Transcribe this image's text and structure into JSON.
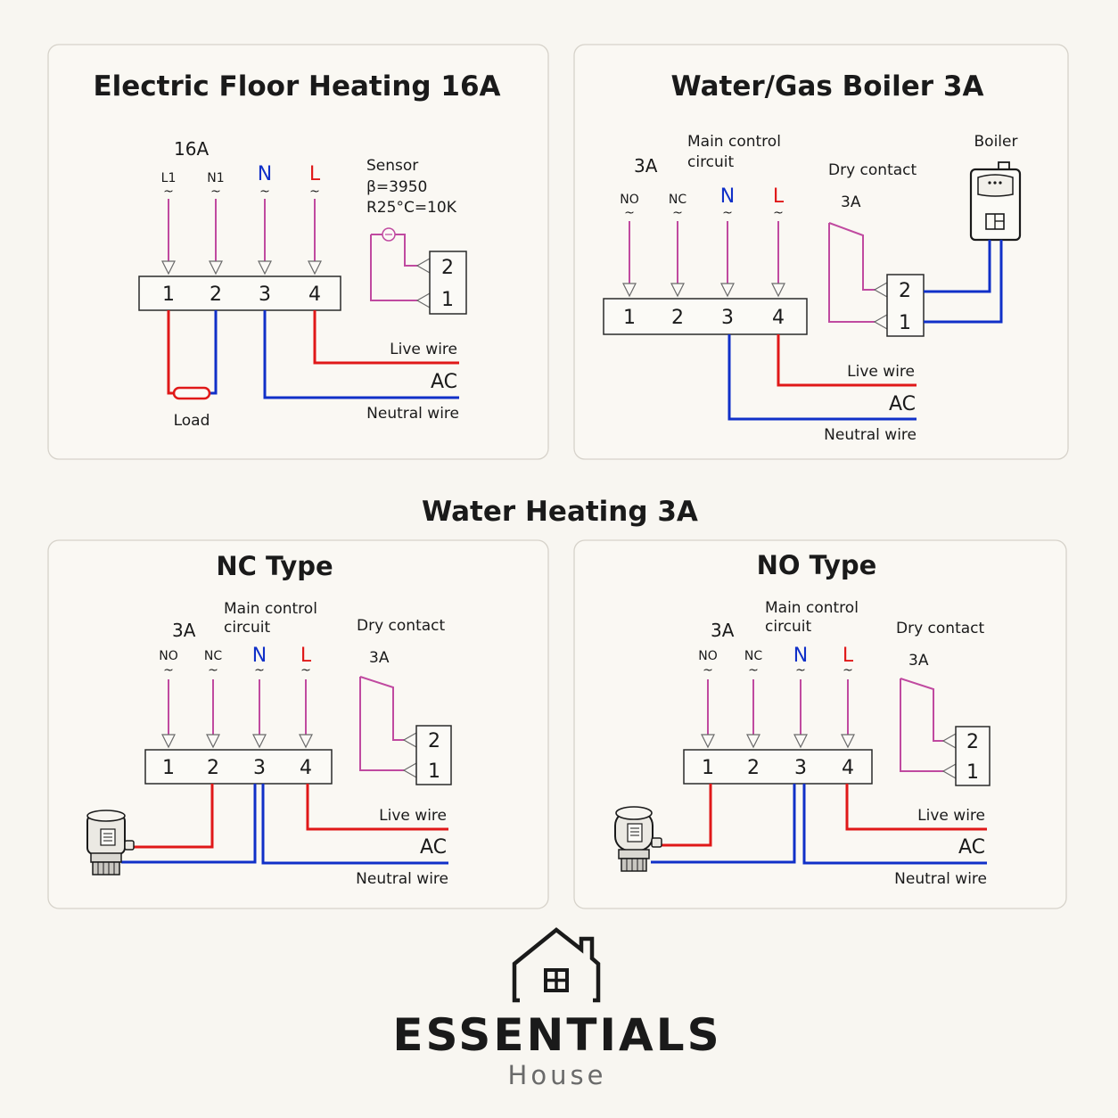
{
  "panels": {
    "floor": {
      "title": "Electric Floor Heating 16A",
      "rating": "16A",
      "terminals": [
        "L1",
        "N1",
        "N",
        "L"
      ],
      "terminal_numbers": [
        "1",
        "2",
        "3",
        "4"
      ],
      "sensor": "Sensor",
      "beta": "β=3950",
      "r25": "R25°C=10K",
      "sensor_pins": [
        "2",
        "1"
      ],
      "live_wire": "Live wire",
      "ac": "AC",
      "neutral_wire": "Neutral wire",
      "load": "Load"
    },
    "boiler": {
      "title": "Water/Gas Boiler 3A",
      "rating": "3A",
      "main_control": [
        "Main control",
        "circuit"
      ],
      "terminals": [
        "NO",
        "NC",
        "N",
        "L"
      ],
      "terminal_numbers": [
        "1",
        "2",
        "3",
        "4"
      ],
      "dry_contact": "Dry contact",
      "dry_rating": "3A",
      "contact_pins": [
        "2",
        "1"
      ],
      "boiler_label": "Boiler",
      "live_wire": "Live wire",
      "ac": "AC",
      "neutral_wire": "Neutral wire"
    }
  },
  "section_title": "Water Heating 3A",
  "nc_panel": {
    "title": "NC Type",
    "rating": "3A",
    "main_control": [
      "Main control",
      "circuit"
    ],
    "terminals": [
      "NO",
      "NC",
      "N",
      "L"
    ],
    "terminal_numbers": [
      "1",
      "2",
      "3",
      "4"
    ],
    "dry_contact": "Dry contact",
    "dry_rating": "3A",
    "contact_pins": [
      "2",
      "1"
    ],
    "live_wire": "Live wire",
    "ac": "AC",
    "neutral_wire": "Neutral wire"
  },
  "no_panel": {
    "title": "NO Type",
    "rating": "3A",
    "main_control": [
      "Main control",
      "circuit"
    ],
    "terminals": [
      "NO",
      "NC",
      "N",
      "L"
    ],
    "terminal_numbers": [
      "1",
      "2",
      "3",
      "4"
    ],
    "dry_contact": "Dry contact",
    "dry_rating": "3A",
    "contact_pins": [
      "2",
      "1"
    ],
    "live_wire": "Live wire",
    "ac": "AC",
    "neutral_wire": "Neutral wire"
  },
  "logo": {
    "brand": "ESSENTIALS",
    "tagline": "House"
  },
  "colors": {
    "live": "#e01818",
    "neutral": "#1030c8",
    "signal": "#c04aa0",
    "background": "#f8f6f1"
  }
}
